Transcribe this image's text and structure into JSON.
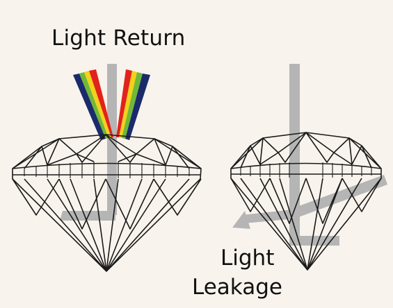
{
  "labels": {
    "light_return": "Light Return",
    "light_leakage_line1": "Light",
    "light_leakage_line2": "Leakage"
  },
  "colors": {
    "background": "#f8f3ec",
    "outline": "#1a1a1a",
    "light_beam": "#b5b5b5",
    "spectrum": [
      "#1b2a6b",
      "#6fb83a",
      "#f2d21b",
      "#e2231a"
    ]
  },
  "diagrams": [
    {
      "name": "ideal-cut-diamond",
      "depicts": "light-return"
    },
    {
      "name": "poor-cut-diamond",
      "depicts": "light-leakage"
    }
  ]
}
